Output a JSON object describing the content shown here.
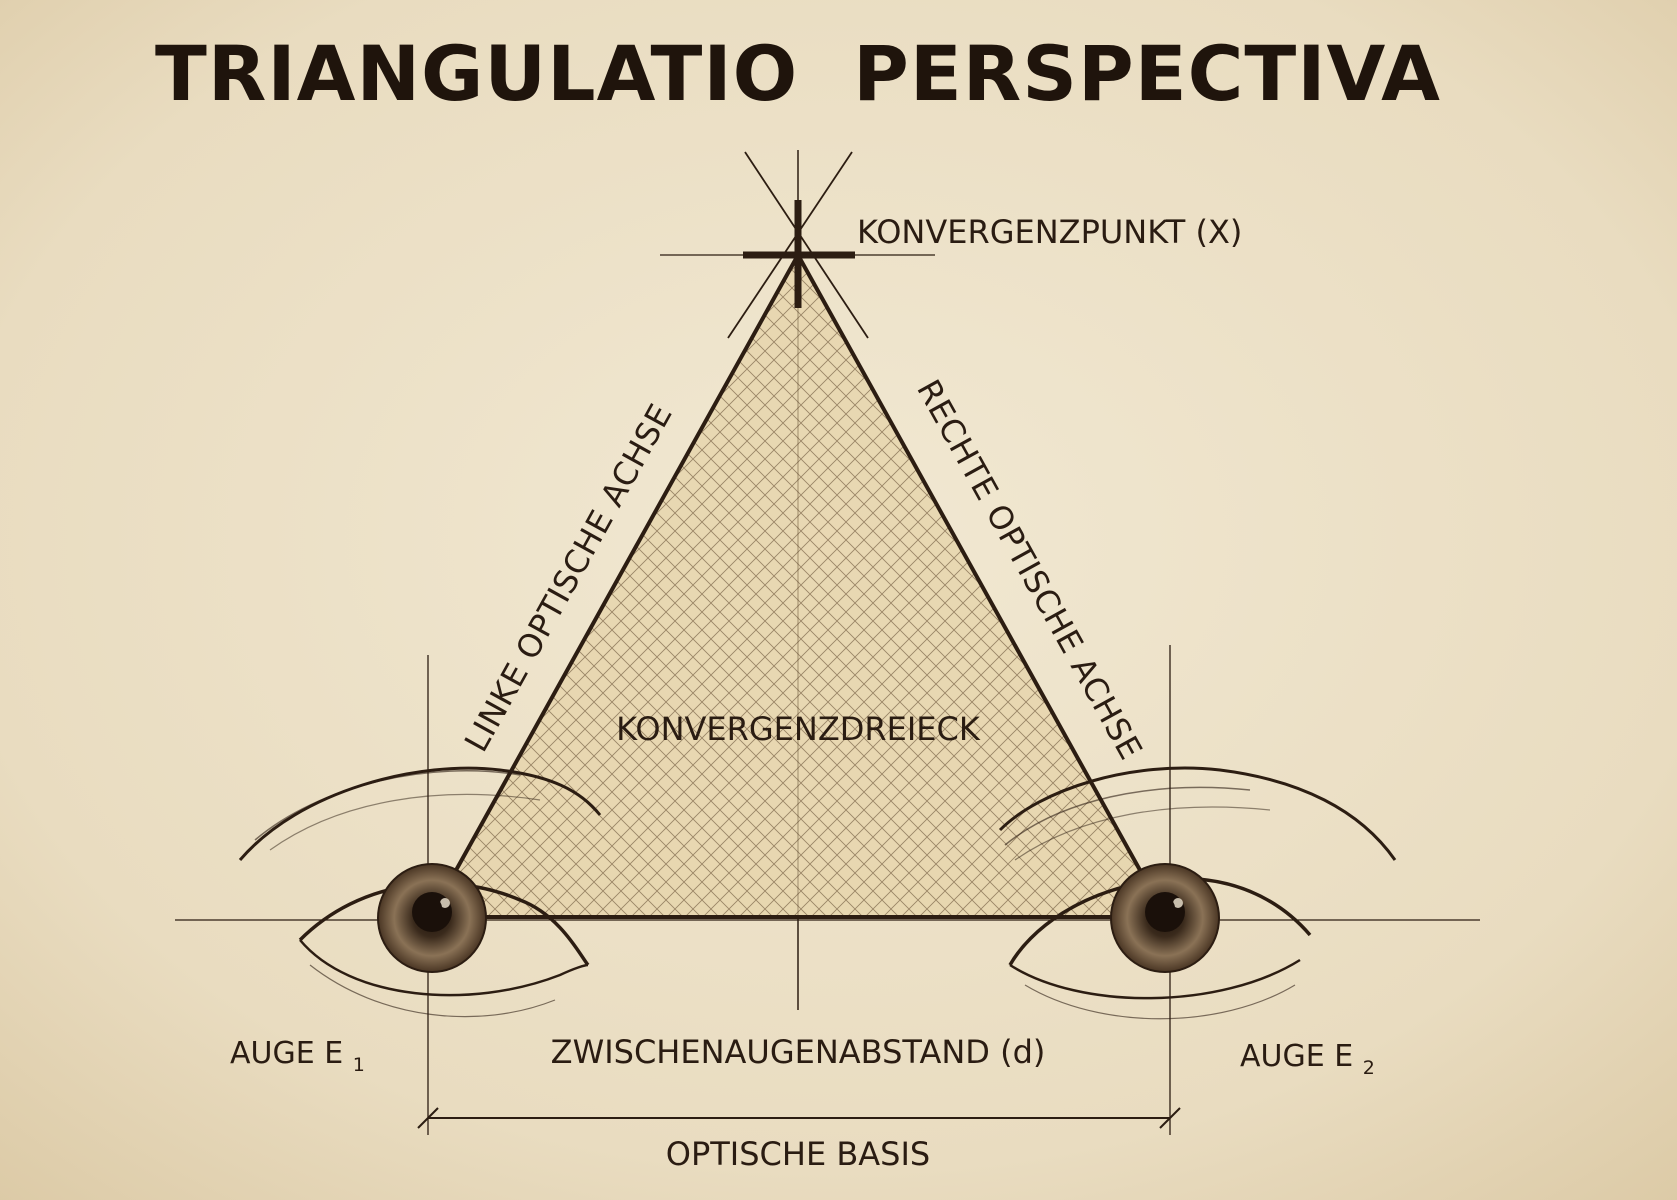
{
  "title": "TRIANGULATIO  PERSPECTIVA",
  "labels": {
    "convergence_point": "KONVERGENZPUNKT (X)",
    "left_axis": "LINKE OPTISCHE ACHSE",
    "right_axis": "RECHTE OPTISCHE ACHSE",
    "convergence_triangle": "KONVERGENZDREIECK",
    "eye_left": {
      "text": "AUGE E",
      "subscript": "1"
    },
    "eye_right": {
      "text": "AUGE E",
      "subscript": "2"
    },
    "interocular_distance": "ZWISCHENAUGENABSTAND (d)",
    "optical_base": "OPTISCHE BASIS"
  },
  "colors": {
    "paper": "#ece1c8",
    "ink": "#2c1d12",
    "hatch_fill": "#e4cfa2"
  }
}
